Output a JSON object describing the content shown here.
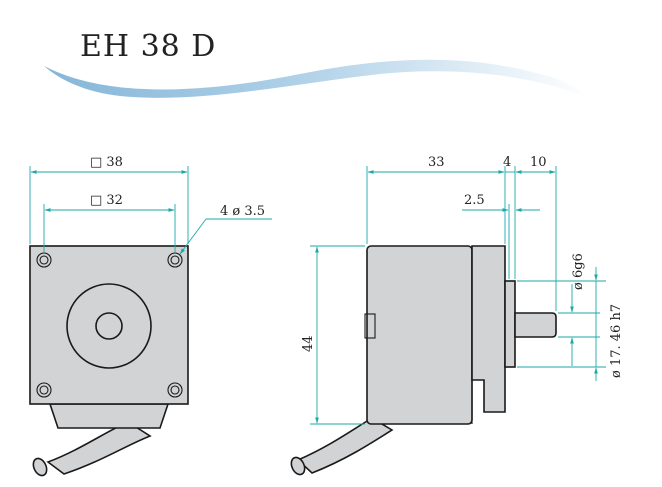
{
  "title": "EH 38 D",
  "colors": {
    "dimension_line": "#1aa9a9",
    "body_fill": "#d2d3d5",
    "outline": "#1a1a1a",
    "wave_light": "#e9f3fa",
    "wave_dark": "#7fb2d6"
  },
  "front_view": {
    "outer_square": "□ 38",
    "hole_pitch": "□ 32",
    "holes": "4 ø 3.5"
  },
  "side_view": {
    "body_length": "33",
    "flange_thickness": "4",
    "shaft_length": "10",
    "pilot_length": "2.5",
    "height": "44",
    "shaft_diameter": "ø 6g6",
    "pilot_diameter": "ø 17. 46 h7"
  }
}
